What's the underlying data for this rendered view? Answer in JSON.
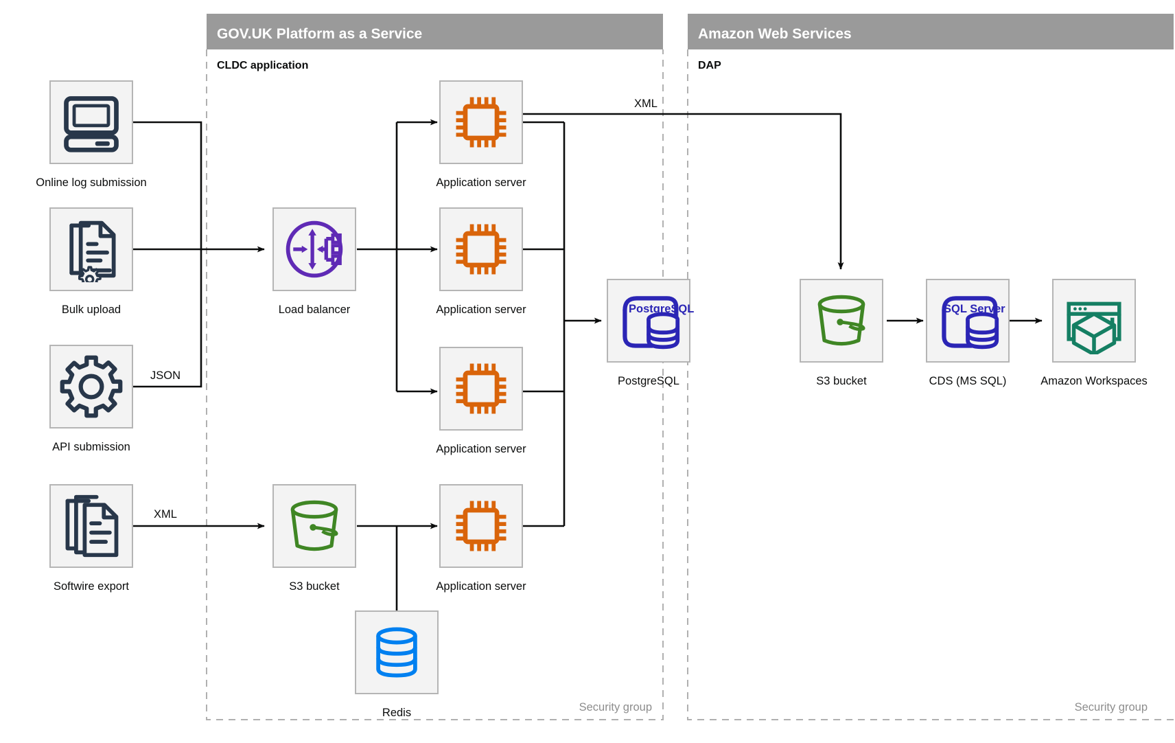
{
  "zones": [
    {
      "id": "paas",
      "title": "GOV.UK Platform as a Service",
      "subtitle": "CLDC application",
      "security_group_label": "Security group"
    },
    {
      "id": "aws",
      "title": "Amazon Web Services",
      "subtitle": "DAP",
      "security_group_label": "Security group"
    }
  ],
  "nodes": {
    "online_log_submission": {
      "label": "Online log submission",
      "icon": "desktop-computer-icon"
    },
    "bulk_upload": {
      "label": "Bulk upload",
      "icon": "document-gear-icon"
    },
    "api_submission": {
      "label": "API submission",
      "icon": "gear-icon"
    },
    "softwire_export": {
      "label": "Softwire export",
      "icon": "document-stack-icon"
    },
    "load_balancer": {
      "label": "Load balancer",
      "icon": "load-balancer-icon"
    },
    "s3_bucket_paas": {
      "label": "S3 bucket",
      "icon": "bucket-icon"
    },
    "app_server_1": {
      "label": "Application server",
      "icon": "cpu-chip-icon"
    },
    "app_server_2": {
      "label": "Application server",
      "icon": "cpu-chip-icon"
    },
    "app_server_3": {
      "label": "Application server",
      "icon": "cpu-chip-icon"
    },
    "app_server_4": {
      "label": "Application server",
      "icon": "cpu-chip-icon"
    },
    "redis": {
      "label": "Redis",
      "icon": "database-cylinder-icon"
    },
    "postgresql": {
      "label": "PostgreSQL",
      "icon": "postgresql-icon",
      "icon_text": "PostgreSQL"
    },
    "s3_bucket_aws": {
      "label": "S3 bucket",
      "icon": "bucket-icon"
    },
    "cds_ms_sql": {
      "label": "CDS (MS SQL)",
      "icon": "sql-server-icon",
      "icon_text": "SQL Server"
    },
    "amazon_workspaces": {
      "label": "Amazon Workspaces",
      "icon": "workspaces-cube-icon"
    }
  },
  "edge_labels": {
    "api_to_lb": "JSON",
    "softwire_to_s3": "XML",
    "app_to_s3aws": "XML"
  },
  "colors": {
    "zone_band": "#9a9a9a",
    "tile_fill": "#f3f3f3",
    "tile_stroke": "#b5b5b5",
    "ink": "#0b0c0c",
    "dark_navy": "#28374a",
    "orange": "#d9640a",
    "purple": "#5f2ab5",
    "green": "#3f8624",
    "blue": "#0080f0",
    "pg_blue": "#2b25b5",
    "teal": "#157f63",
    "muted": "#8d8d8d"
  }
}
